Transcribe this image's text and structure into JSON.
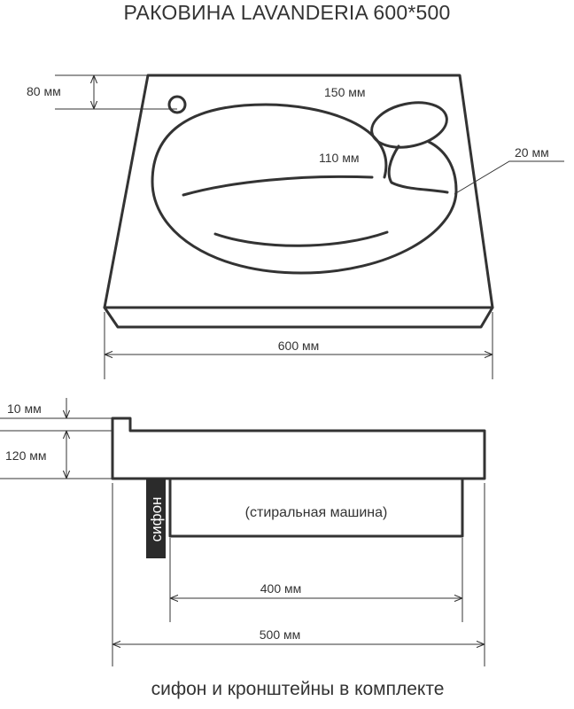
{
  "title": "РАКОВИНА LAVANDERIA 600*500",
  "top_view": {
    "dim_faucet_offset": "80 мм",
    "dim_soap_width": "150 мм",
    "dim_soap_depth": "110 мм",
    "dim_rim": "20 мм",
    "dim_width": "600 мм"
  },
  "side_view": {
    "dim_lip": "10 мм",
    "dim_height": "120 мм",
    "siphon_label": "сифон",
    "washing_machine_label": "(стиральная машина)",
    "dim_machine_width": "400 мм",
    "dim_depth": "500 мм"
  },
  "caption": "сифон и кронштейны в комплекте",
  "colors": {
    "stroke": "#333333",
    "siphon_fill": "#2b2b2b",
    "background": "#ffffff"
  }
}
